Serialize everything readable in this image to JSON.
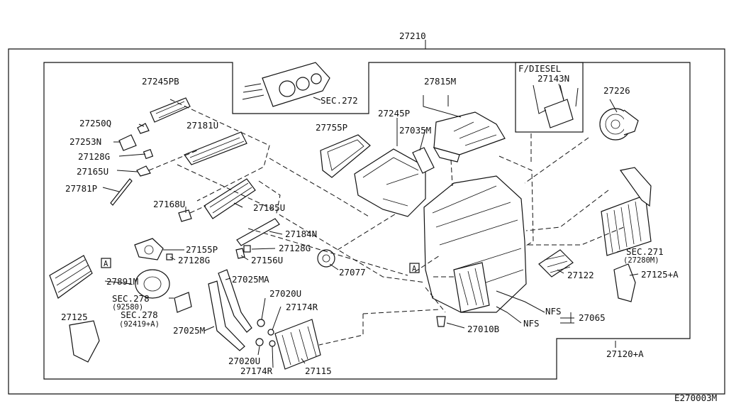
{
  "diagram": {
    "labels": {
      "main_assembly": "27210",
      "sec272": "SEC.272",
      "fdiesel": "F/DIESEL",
      "p27143N": "27143N",
      "p27815M": "27815M",
      "p27226": "27226",
      "p27245PB": "27245PB",
      "p27250Q": "27250Q",
      "p27253N": "27253N",
      "p27128G_a": "27128G",
      "p27165U": "27165U",
      "p27781P": "27781P",
      "p27181U": "27181U",
      "p27755P": "27755P",
      "p27245P": "27245P",
      "p27035M": "27035M",
      "p27168U": "27168U",
      "p27185U": "27185U",
      "p27184N": "27184N",
      "p27155P": "27155P",
      "p27128G_b": "27128G",
      "p27128G_c": "27128G",
      "p27156U": "27156U",
      "p27077": "27077",
      "p27891M": "27891M",
      "sec278_a": "SEC.278",
      "sec278_a_ref": "(92580)",
      "sec278_b": "SEC.278",
      "sec278_b_ref": "(92419+A)",
      "p27125": "27125",
      "p27025MA": "27025MA",
      "p27020U_a": "27020U",
      "p27174R_a": "27174R",
      "p27025M": "27025M",
      "p27020U_b": "27020U",
      "p27174R_b": "27174R",
      "p27115": "27115",
      "p27010B": "27010B",
      "nfs_a": "NFS",
      "nfs_b": "NFS",
      "p27065": "27065",
      "p27122": "27122",
      "sec271": "SEC.271",
      "sec271_ref": "(27280M)",
      "p27125A": "27125+A",
      "p27120A": "27120+A",
      "ref_a_1": "A",
      "ref_a_2": "A",
      "drawing_code": "E270003M"
    }
  }
}
